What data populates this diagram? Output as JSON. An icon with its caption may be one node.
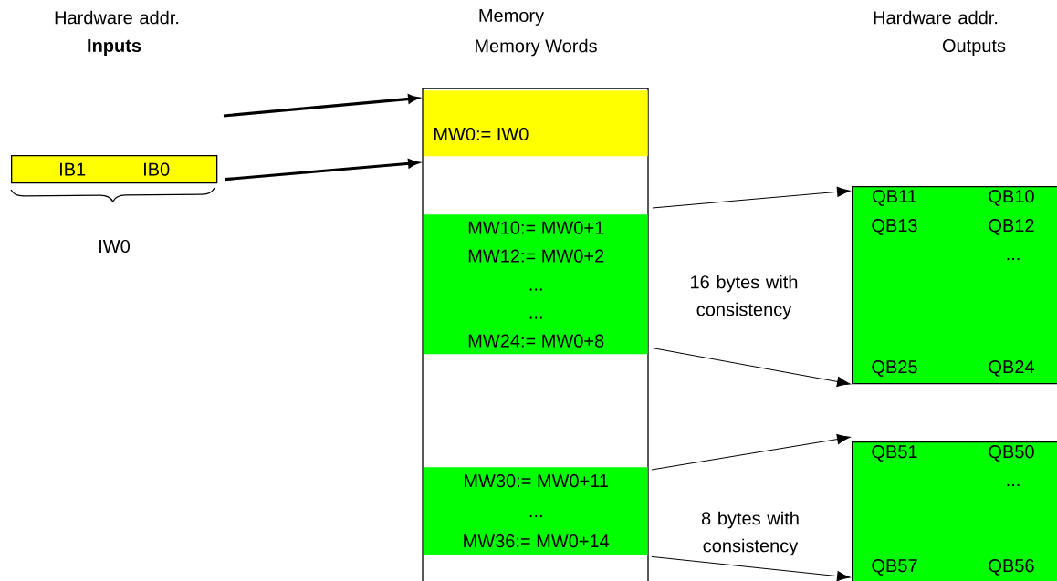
{
  "diagram": {
    "nodes": [
      {
        "text": [
          "IB1",
          "IB0"
        ]
      },
      {
        "text": [
          "Memory",
          "Memory Words"
        ]
      },
      {
        "text": [
          "MW0:= IW0"
        ],
        "in": 1
      },
      {
        "text": [
          "MW10:= MW0+1",
          "MW12:= MW0+2",
          "...",
          "...",
          "MW24:= MW0+8"
        ],
        "in": 1
      },
      {
        "text": [
          "MW30:= MW0+11",
          "...",
          "MW36:= MW0+14"
        ],
        "in": 1
      },
      {
        "text": [
          "QB11",
          "QB10",
          "QB13",
          "QB12",
          "...",
          "QB25",
          "QB24"
        ]
      },
      {
        "text": [
          "QB51",
          "QB50",
          "...",
          "QB57",
          "QB56"
        ]
      }
    ],
    "edges": [
      {
        "from": null,
        "to": 1,
        "arrow": "to",
        "style": "thick"
      },
      {
        "from": 0,
        "to": 1,
        "arrow": "to",
        "style": "thick"
      },
      {
        "from": 3,
        "to": 5,
        "arrow": "to"
      },
      {
        "from": 3,
        "to": 5,
        "arrow": "to"
      },
      {
        "from": 4,
        "to": 6,
        "arrow": "to"
      },
      {
        "from": 4,
        "to": 6,
        "arrow": "to"
      }
    ],
    "labels": [
      "Hardware addr.",
      "Inputs",
      "Hardware addr.",
      "Outputs",
      "IW0",
      "16 bytes with consistency",
      "8 bytes with consistency"
    ]
  }
}
